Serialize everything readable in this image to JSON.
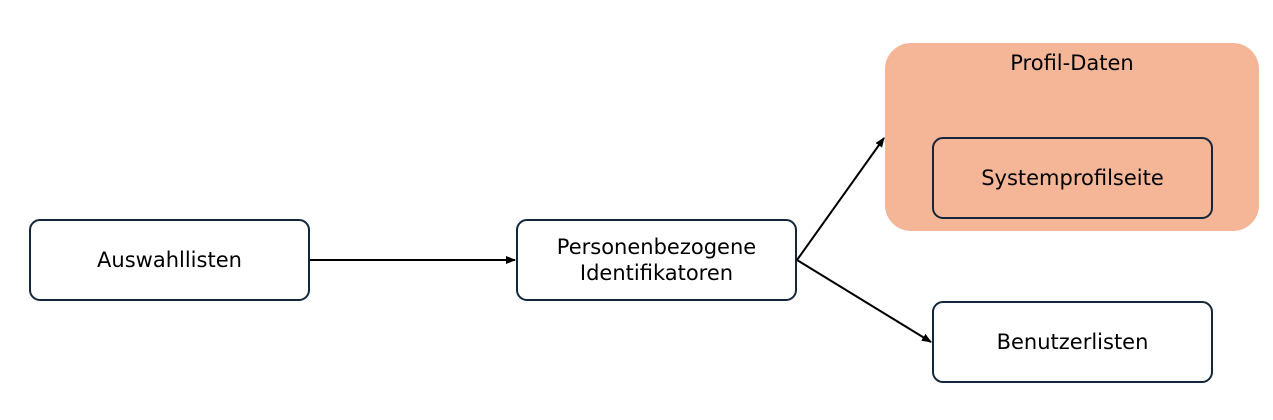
{
  "diagram": {
    "group": {
      "title": "Profil-Daten",
      "fill_color": "#f4b696"
    },
    "nodes": {
      "auswahllisten": "Auswahllisten",
      "personenbezogene": "Personenbezogene\nIdentifikatoren",
      "systemprofilseite": "Systemprofilseite",
      "benutzerlisten": "Benutzerlisten"
    },
    "edges": [
      {
        "from": "Auswahllisten",
        "to": "Personenbezogene Identifikatoren"
      },
      {
        "from": "Personenbezogene Identifikatoren",
        "to": "Profil-Daten"
      },
      {
        "from": "Personenbezogene Identifikatoren",
        "to": "Benutzerlisten"
      }
    ],
    "colors": {
      "node_border": "#13263a",
      "arrow": "#000000"
    }
  }
}
